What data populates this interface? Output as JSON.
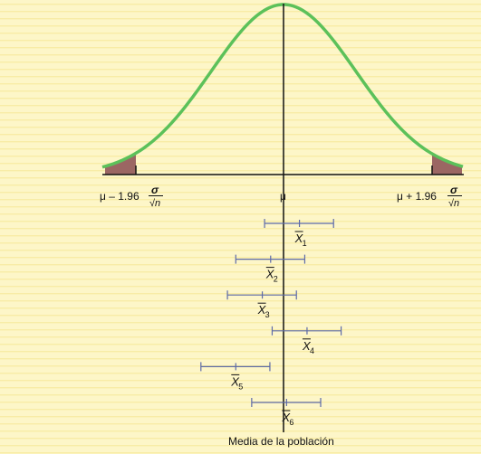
{
  "colors": {
    "background": "#fdf6c8",
    "stripes": "#f4e48a",
    "curve": "#5cc15a",
    "tail_fill": "#9b6663",
    "interval": "#5d6aa8",
    "axis": "#111111"
  },
  "labels": {
    "mu": "μ",
    "left_bound": "μ – 1.96",
    "right_bound": "μ + 1.96",
    "sigma": "σ",
    "sqrt_n": "√n",
    "x_symbol": "X",
    "population_mean": "Media de la población"
  },
  "intervals": [
    {
      "subscript": "1",
      "mean": 0.21,
      "lower": -0.25,
      "upper": 0.66
    },
    {
      "subscript": "2",
      "mean": -0.17,
      "lower": -0.63,
      "upper": 0.28
    },
    {
      "subscript": "3",
      "mean": -0.28,
      "lower": -0.74,
      "upper": 0.17
    },
    {
      "subscript": "4",
      "mean": 0.31,
      "lower": -0.15,
      "upper": 0.76
    },
    {
      "subscript": "5",
      "mean": -0.63,
      "lower": -1.09,
      "upper": -0.18
    },
    {
      "subscript": "6",
      "mean": 0.04,
      "lower": -0.42,
      "upper": 0.49
    }
  ]
}
